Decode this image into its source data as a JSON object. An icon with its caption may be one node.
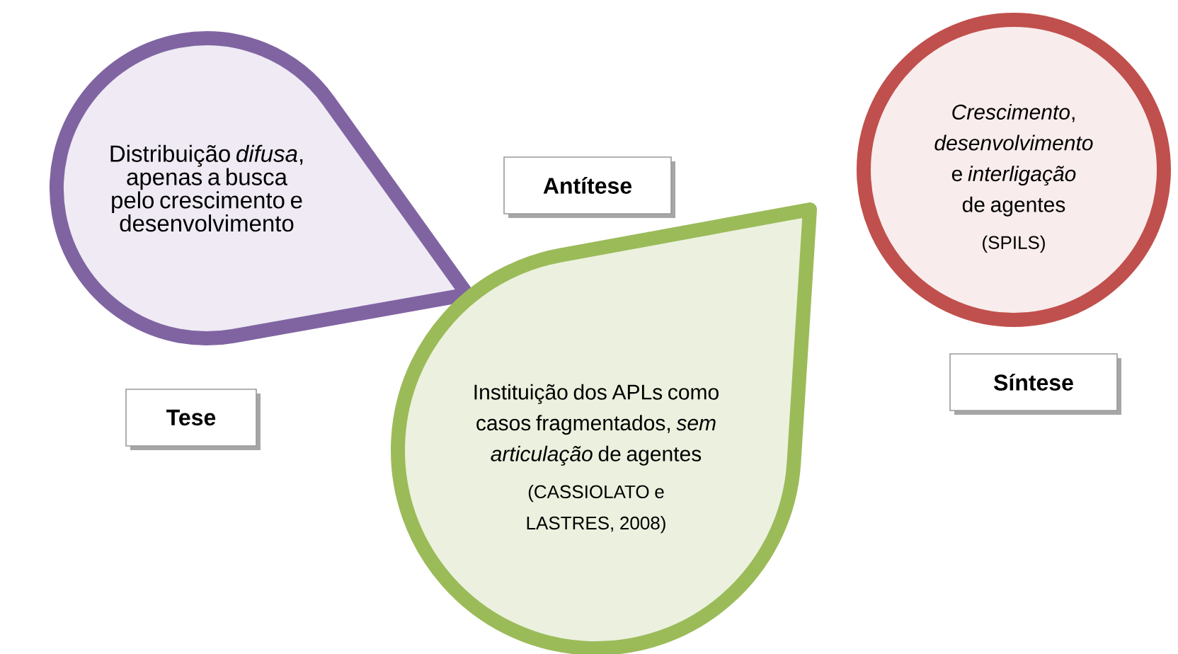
{
  "diagram": {
    "nodes": [
      {
        "text": [
          "Distribuição *difusa*, apenas a busca pelo crescimento e desenvolvimento"
        ]
      },
      {
        "text": [
          "Antítese"
        ]
      },
      {
        "text": [
          "*Crescimento*, *desenvolvimento* e *interligação* de agentes",
          "(SPILS)"
        ]
      },
      {
        "text": [
          "Instituição dos APLs como casos fragmentados, *sem articulação* de agentes",
          "(CASSIOLATO e LASTRES, 2008)"
        ]
      },
      {
        "text": [
          "Síntese"
        ]
      },
      {
        "text": [
          "Tese"
        ]
      }
    ]
  }
}
